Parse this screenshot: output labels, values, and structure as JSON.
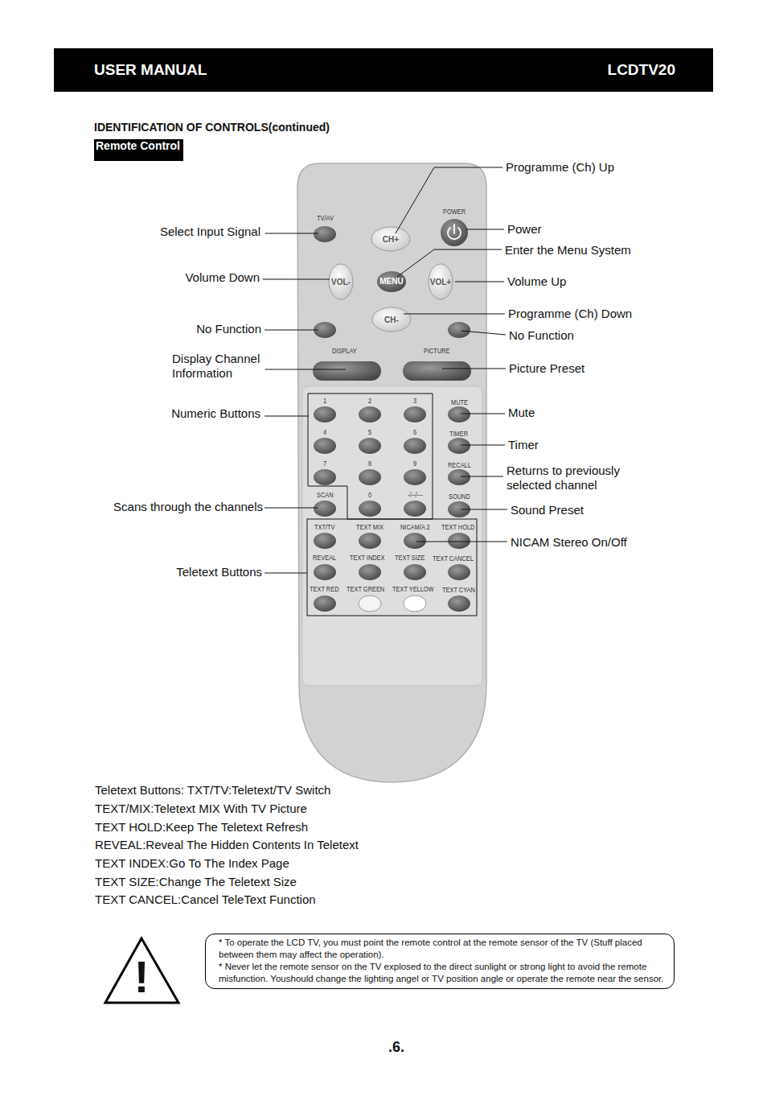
{
  "diagram": {
    "title": "IDENTIFICATION OF CONTROLS(continued)",
    "nodes": [
      {
        "text": [
          "USER MANUAL",
          "LCDTV20"
        ]
      },
      {
        "text": [
          "Remote Control"
        ]
      },
      {
        "text": [
          "* To operate the LCD TV, you must point the remote control at the remote sensor of the TV (Stuff placed between them may affect the operation).",
          "* Never let the remote sensor on the TV explosed to the direct sunlight or strong light to avoid the remote misfunction. Youshould change the lighting angel or TV position angle or operate the remote near the sensor."
        ]
      }
    ],
    "labels": [
      "Programme (Ch) Up",
      "Select Input Signal",
      "Power",
      "Enter the Menu System",
      "Volume Down",
      "Volume Up",
      "Programme (Ch) Down",
      "No Function",
      "No Function",
      "Display Channel Information",
      "Picture Preset",
      "Numeric Buttons",
      "Mute",
      "Timer",
      "Returns to previously selected channel",
      "Scans through the channels",
      "Sound Preset",
      "NICAM Stereo On/Off",
      "Teletext Buttons",
      "TV/AV",
      "POWER",
      "DISPLAY",
      "PICTURE",
      "1",
      "2",
      "3",
      "MUTE",
      "4",
      "5",
      "6",
      "TIMER",
      "7",
      "8",
      "9",
      "RECALL",
      "SCAN",
      "0",
      "-/--/---",
      "SOUND",
      "TXT/TV",
      "TEXT MIX",
      "NICAM/A 2",
      "TEXT HOLD",
      "REVEAL",
      "TEXT INDEX",
      "TEXT SIZE",
      "TEXT CANCEL",
      "TEXT RED",
      "TEXT GREEN",
      "TEXT YELLOW",
      "TEXT CYAN",
      "CH+",
      "MENU",
      "VOL-",
      "VOL+",
      "CH-",
      "Teletext Buttons: TXT/TV:Teletext/TV Switch",
      "TEXT/MIX:Teletext MIX With TV Picture",
      "TEXT HOLD:Keep The Teletext Refresh",
      "REVEAL:Reveal The Hidden Contents In Teletext",
      "TEXT INDEX:Go To The Index Page",
      "TEXT SIZE:Change The Teletext Size",
      "TEXT CANCEL:Cancel TeleText Function",
      "!",
      ".6."
    ]
  }
}
